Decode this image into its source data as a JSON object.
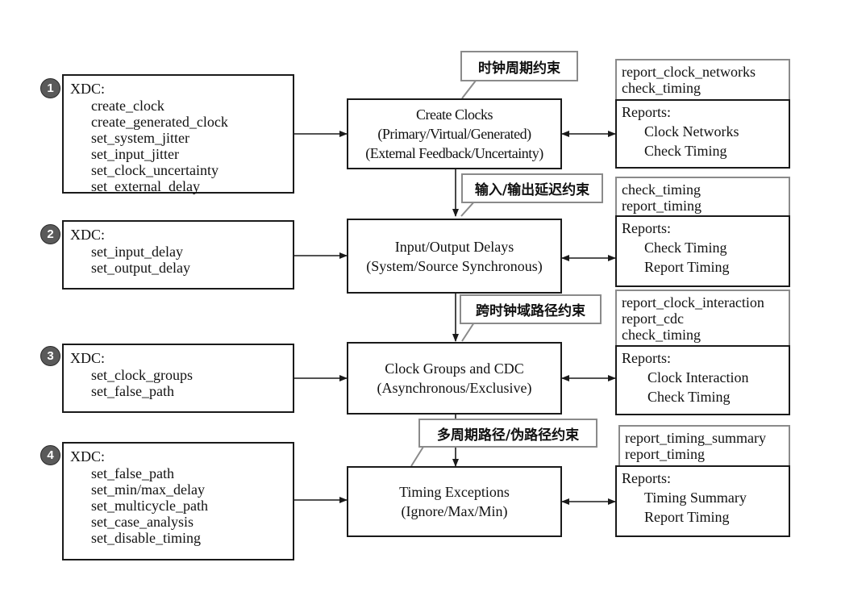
{
  "rows": [
    {
      "badge": "1",
      "xdc_header": "XDC:",
      "xdc_commands": [
        "create_clock",
        "create_generated_clock",
        "set_system_jitter",
        "set_input_jitter",
        "set_clock_uncertainty",
        "set_external_delay"
      ],
      "stage_lines": [
        "Create Clocks",
        "(Primary/Virtual/Generated)",
        "(Extemal Feedback/Uncertainty)"
      ],
      "report_commands": [
        "report_clock_networks",
        "check_timing"
      ],
      "reports_header": "Reports:",
      "reports": [
        "Clock Networks",
        "Check Timing"
      ],
      "tag": "时钟周期约束"
    },
    {
      "badge": "2",
      "xdc_header": "XDC:",
      "xdc_commands": [
        "set_input_delay",
        "set_output_delay"
      ],
      "stage_lines": [
        "Input/Output Delays",
        "(System/Source Synchronous)"
      ],
      "report_commands": [
        "check_timing",
        "report_timing"
      ],
      "reports_header": "Reports:",
      "reports": [
        "Check Timing",
        "Report Timing"
      ],
      "tag": "输入/输出延迟约束"
    },
    {
      "badge": "3",
      "xdc_header": "XDC:",
      "xdc_commands": [
        "set_clock_groups",
        "set_false_path"
      ],
      "stage_lines": [
        "Clock Groups and CDC",
        "(Asynchronous/Exclusive)"
      ],
      "report_commands": [
        "report_clock_interaction",
        "report_cdc",
        "check_timing"
      ],
      "reports_header": "Reports:",
      "reports": [
        "Clock Interaction",
        "Check Timing"
      ],
      "tag": "跨时钟域路径约束"
    },
    {
      "badge": "4",
      "xdc_header": "XDC:",
      "xdc_commands": [
        "set_false_path",
        "set_min/max_delay",
        "set_multicycle_path",
        "set_case_analysis",
        "set_disable_timing"
      ],
      "stage_lines": [
        "Timing Exceptions",
        "(Ignore/Max/Min)"
      ],
      "report_commands": [
        "report_timing_summary",
        "report_timing"
      ],
      "reports_header": "Reports:",
      "reports": [
        "Timing Summary",
        "Report Timing"
      ],
      "tag": "多周期路径/伪路径约束"
    }
  ]
}
